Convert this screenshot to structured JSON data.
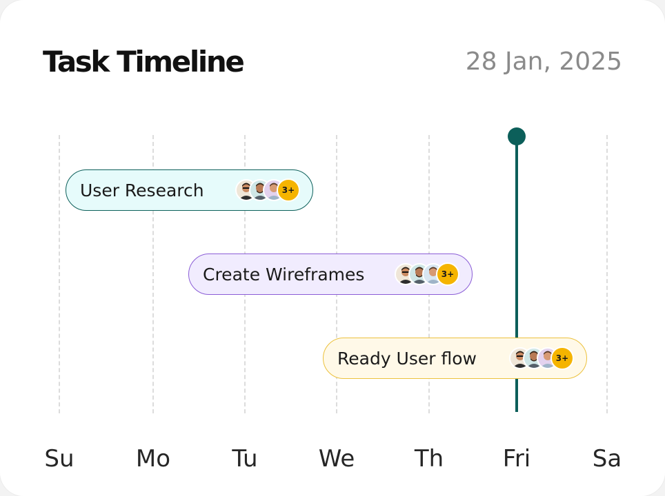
{
  "header": {
    "title": "Task Timeline",
    "date": "28 Jan, 2025"
  },
  "days": [
    "Su",
    "Mo",
    "Tu",
    "We",
    "Th",
    "Fri",
    "Sa"
  ],
  "today": "Fri",
  "colors": {
    "today_marker": "#0c5f5a",
    "badge": "#f5b400"
  },
  "tasks": [
    {
      "label": "User Research",
      "more": "3+",
      "fill": "#e6fbfb",
      "border": "#0c5f5a"
    },
    {
      "label": "Create Wireframes",
      "more": "3+",
      "fill": "#f1ecfe",
      "border": "#8a5cd6"
    },
    {
      "label": "Ready User flow",
      "more": "3+",
      "fill": "#fff9e8",
      "border": "#ecc13c"
    }
  ]
}
